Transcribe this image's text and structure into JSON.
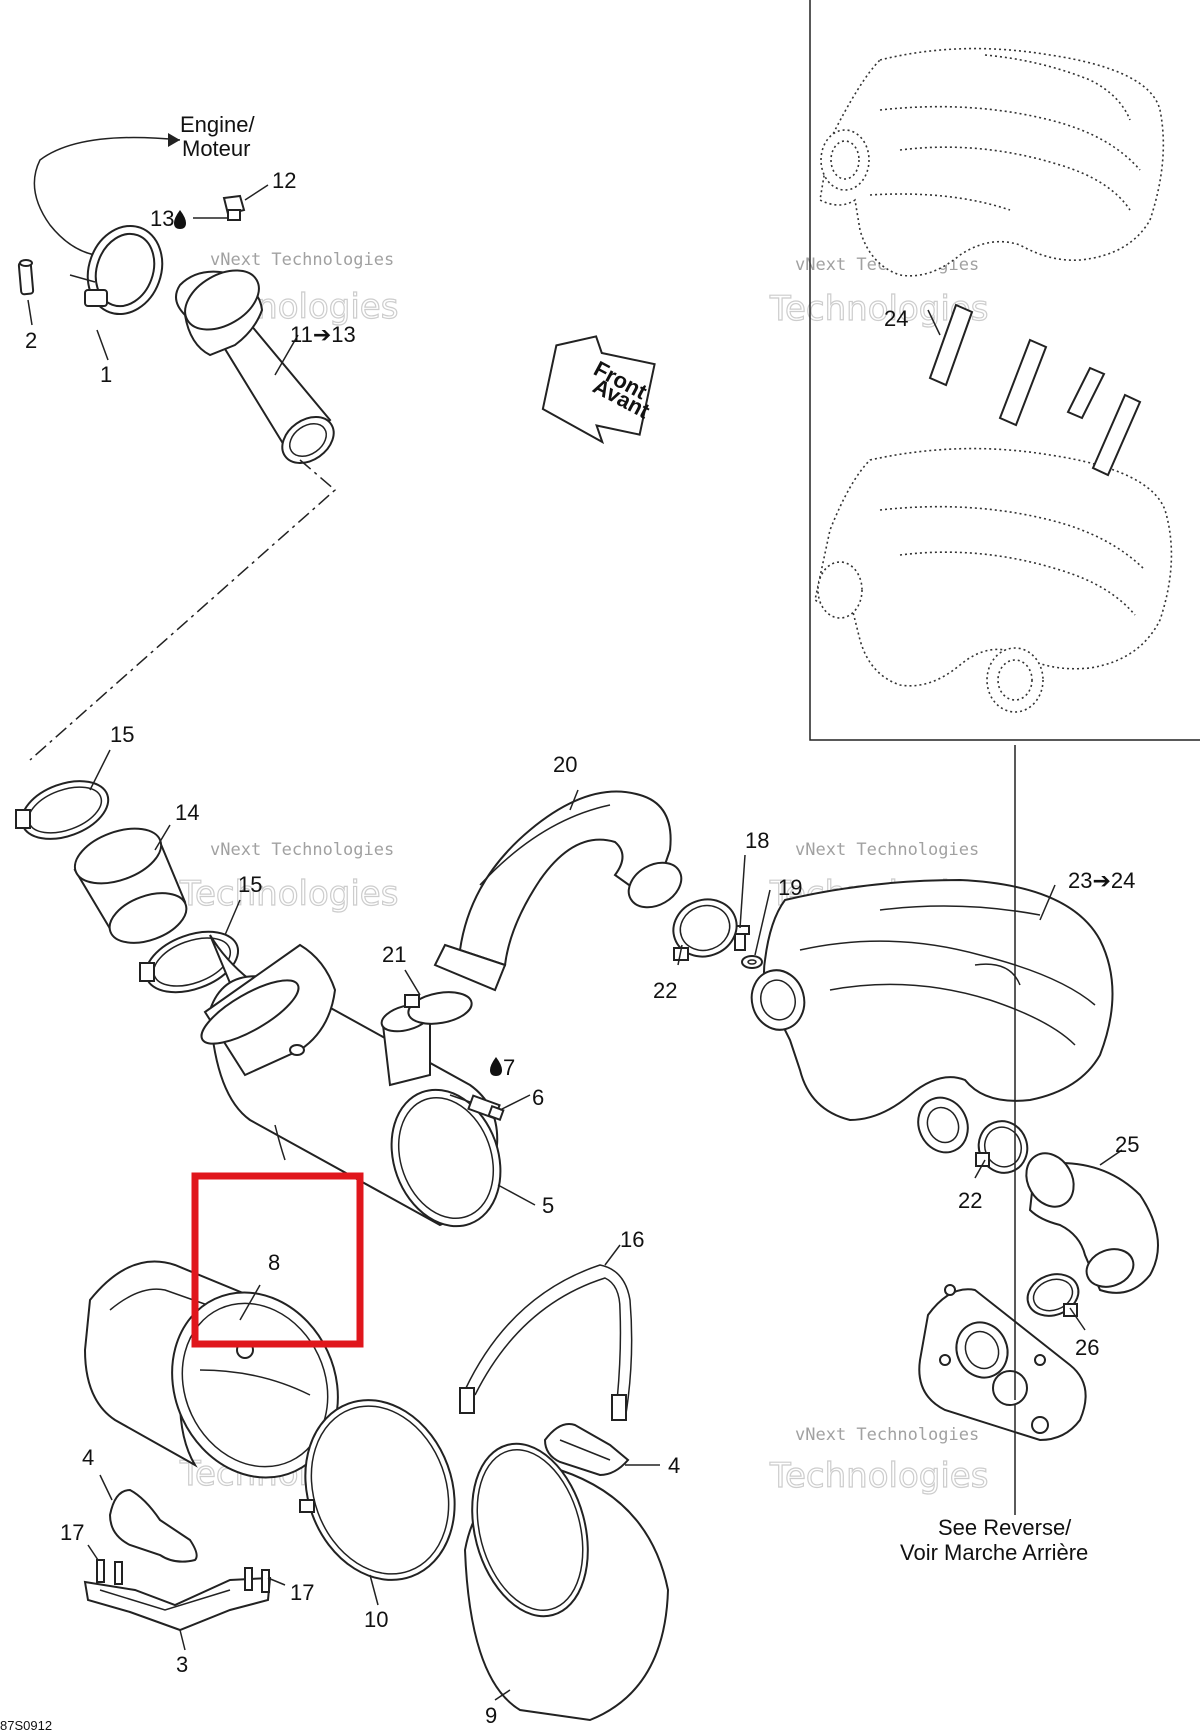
{
  "notes": {
    "engine_line1": "Engine/",
    "engine_line2": "Moteur",
    "front_line1": "Front",
    "front_line2": "Avant",
    "reverse_line1": "See Reverse/",
    "reverse_line2": "Voir Marche Arrière"
  },
  "watermark": {
    "line1": "vNext Technologies",
    "line2": "Technologies"
  },
  "diagram_code": "87S0912",
  "highlight_color": "#e0161c",
  "callouts": {
    "c1": "1",
    "c2": "2",
    "c3": "3",
    "c4a": "4",
    "c4b": "4",
    "c5": "5",
    "c6": "6",
    "c7": "7",
    "c8": "8",
    "c9": "9",
    "c10": "10",
    "c11": "11➔13",
    "c12": "12",
    "c13": "13",
    "c14": "14",
    "c15a": "15",
    "c15b": "15",
    "c16": "16",
    "c17a": "17",
    "c17b": "17",
    "c18": "18",
    "c19": "19",
    "c20": "20",
    "c21": "21",
    "c22a": "22",
    "c22b": "22",
    "c23": "23➔24",
    "c24": "24",
    "c25": "25",
    "c26": "26"
  }
}
